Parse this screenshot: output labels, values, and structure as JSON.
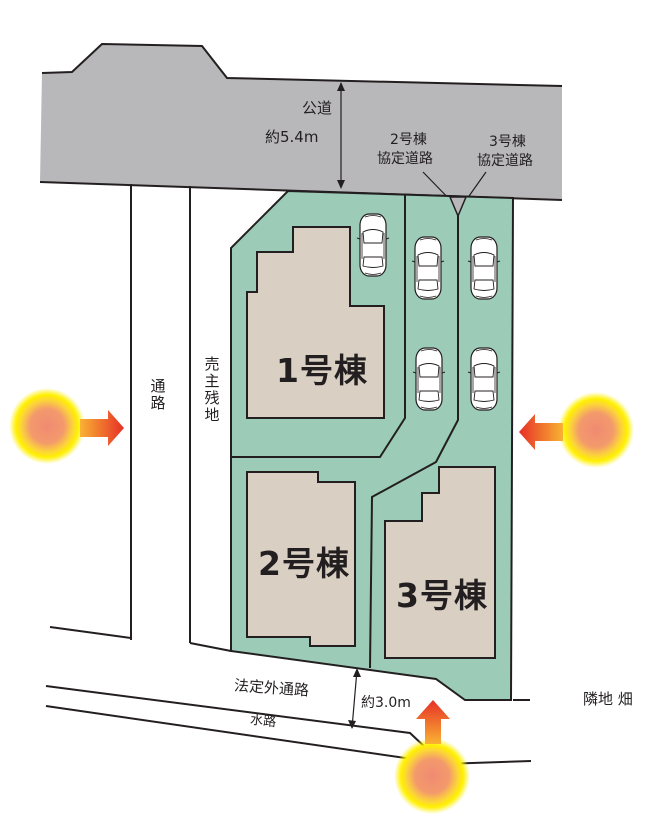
{
  "diagram": {
    "type": "site-plan",
    "colors": {
      "public_road": "#b8b8ba",
      "lot": "#9ccbb8",
      "building": "#d9d0c3",
      "outline": "#231f20",
      "sun_core": "#f08c6e",
      "sun_glow": "#ffe100",
      "arrow_start": "#f7a31c",
      "arrow_end": "#e8382c"
    },
    "road": {
      "label": "公道",
      "width": "約5.4m"
    },
    "shared_driveways": [
      {
        "line1": "2号棟",
        "line2": "協定道路"
      },
      {
        "line1": "3号棟",
        "line2": "協定道路"
      }
    ],
    "passage_label": "通路",
    "seller_remaining_land_label": "売主残地",
    "buildings": [
      {
        "id": 1,
        "label": "1号棟"
      },
      {
        "id": 2,
        "label": "2号棟"
      },
      {
        "id": 3,
        "label": "3号棟"
      }
    ],
    "parking_spaces": 5,
    "south_path": {
      "label": "法定外通路",
      "width": "約3.0m"
    },
    "waterway_label": "水路",
    "neighbor_label": "隣地 畑",
    "sunlight_indicators": [
      "west",
      "east",
      "south"
    ]
  }
}
